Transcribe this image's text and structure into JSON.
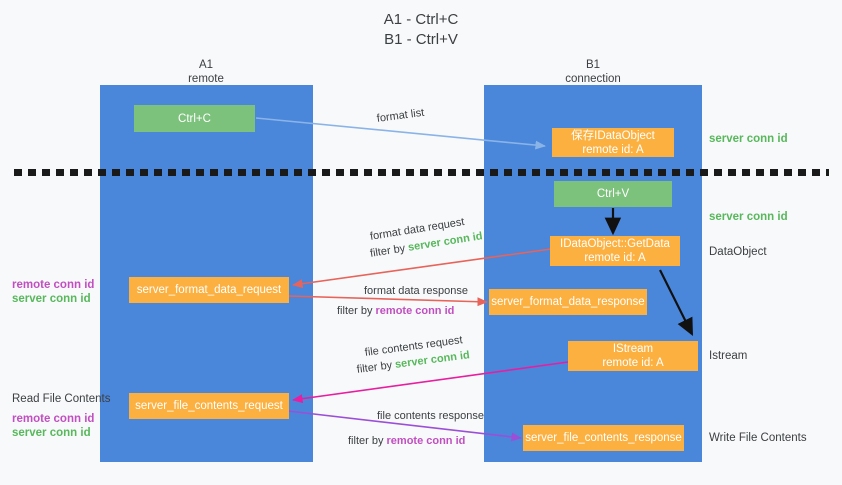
{
  "title": {
    "line1": "A1 - Ctrl+C",
    "line2": "B1 - Ctrl+V"
  },
  "columns": [
    {
      "name": "A1",
      "sub": "remote"
    },
    {
      "name": "B1",
      "sub": "connection"
    }
  ],
  "nodes": {
    "ctrl_c": "Ctrl+C",
    "save_idataobject_l1": "保存IDataObject",
    "save_idataobject_l2": "remote id: A",
    "ctrl_v": "Ctrl+V",
    "getdata_l1": "IDataObject::GetData",
    "getdata_l2": "remote id: A",
    "server_format_data_request": "server_format_data_request",
    "server_format_data_response": "server_format_data_response",
    "istream_l1": "IStream",
    "istream_l2": "remote id: A",
    "server_file_contents_request": "server_file_contents_request",
    "server_file_contents_response": "server_file_contents_response"
  },
  "right_labels": {
    "server_conn_id_1": "server conn id",
    "server_conn_id_2": "server conn id",
    "dataobject": "DataObject",
    "istream": "Istream",
    "write_file_contents": "Write File Contents"
  },
  "left_labels": {
    "remote_conn_id_1": "remote conn id",
    "server_conn_id_1": "server conn id",
    "read_file_contents": "Read File Contents",
    "remote_conn_id_2": "remote conn id",
    "server_conn_id_2": "server conn id"
  },
  "edges": {
    "format_list": "format list",
    "format_data_request": "format data request",
    "format_data_request_filter_pre": "filter by ",
    "format_data_request_filter_key": "server conn id",
    "format_data_response": "format data response",
    "format_data_response_filter_pre": "filter by ",
    "format_data_response_filter_key": "remote conn id",
    "file_contents_request": "file contents request",
    "file_contents_request_filter_pre": "filter by ",
    "file_contents_request_filter_key": "server conn id",
    "file_contents_response": "file contents response",
    "file_contents_response_filter_pre": "filter by ",
    "file_contents_response_filter_key": "remote conn id"
  },
  "colors": {
    "lane_blue": "#4a86da",
    "node_green": "#7cc17c",
    "node_orange": "#fbb040",
    "arrow_lightblue": "#8ab4e8",
    "arrow_red": "#e8635a",
    "arrow_magenta": "#e81ea0",
    "arrow_purple": "#9b4fd8",
    "arrow_black": "#111111",
    "text_green": "#57b85c",
    "text_purple": "#c14fc1",
    "background": "#f8f9fa"
  }
}
